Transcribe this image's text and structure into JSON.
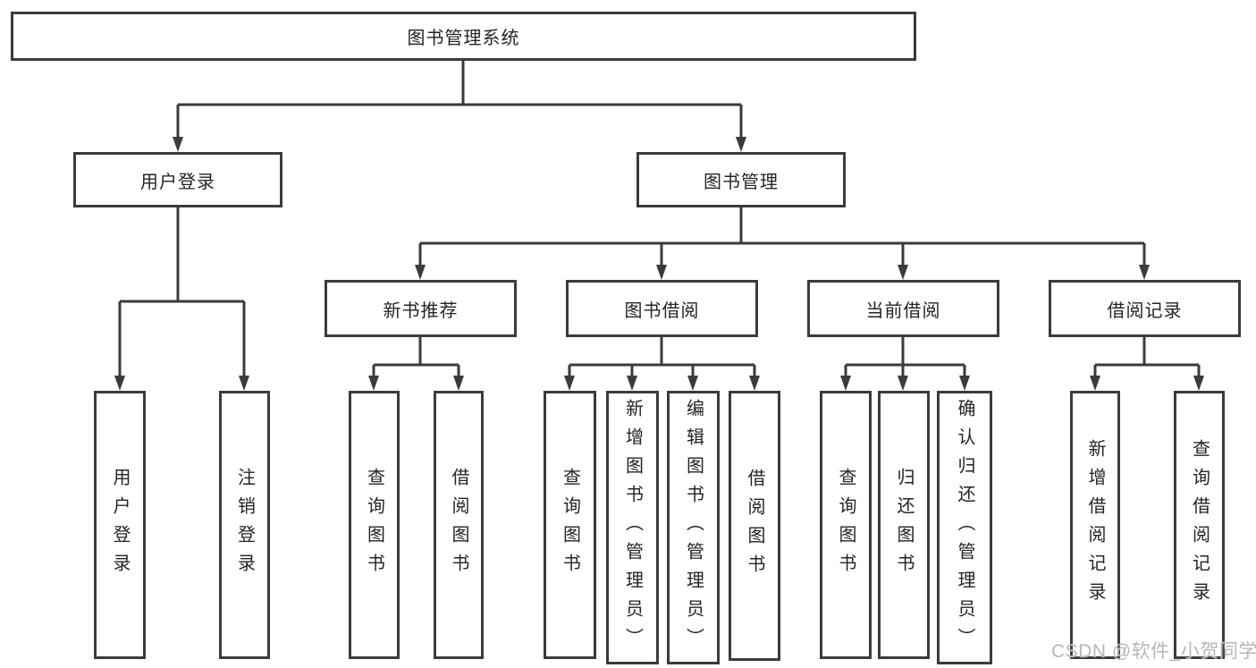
{
  "diagram": {
    "type": "tree",
    "title": "图书管理系统",
    "background": "#ffffff",
    "line_color": "#3b3b3b",
    "text_color": "#242424",
    "watermark": {
      "text": "CSDN @软件_小贺同学",
      "color": "#b7b7b7"
    }
  },
  "nodes": {
    "root": "图书管理系统",
    "level1": {
      "user_login": "用户登录",
      "book_mgmt": "图书管理"
    },
    "level2": {
      "new_books": "新书推荐",
      "book_borrow": "图书借阅",
      "current_borrow": "当前借阅",
      "borrow_records": "借阅记录"
    },
    "leaves": {
      "user_login": "用户登录",
      "logout": "注销登录",
      "nb_query": "查询图书",
      "nb_borrow": "借阅图书",
      "bb_query": "查询图书",
      "bb_add": "新增图书（管理员）",
      "bb_edit": "编辑图书（管理员）",
      "bb_borrow": "借阅图书",
      "cb_query": "查询图书",
      "cb_return": "归还图书",
      "cb_confirm": "确认归还（管理员）",
      "br_add": "新增借阅记录",
      "br_query": "查询借阅记录"
    }
  },
  "hierarchy": {
    "图书管理系统": [
      "用户登录",
      "图书管理"
    ],
    "用户登录": [
      "用户登录",
      "注销登录"
    ],
    "图书管理": [
      "新书推荐",
      "图书借阅",
      "当前借阅",
      "借阅记录"
    ],
    "新书推荐": [
      "查询图书",
      "借阅图书"
    ],
    "图书借阅": [
      "查询图书",
      "新增图书（管理员）",
      "编辑图书（管理员）",
      "借阅图书"
    ],
    "当前借阅": [
      "查询图书",
      "归还图书",
      "确认归还（管理员）"
    ],
    "借阅记录": [
      "新增借阅记录",
      "查询借阅记录"
    ]
  }
}
